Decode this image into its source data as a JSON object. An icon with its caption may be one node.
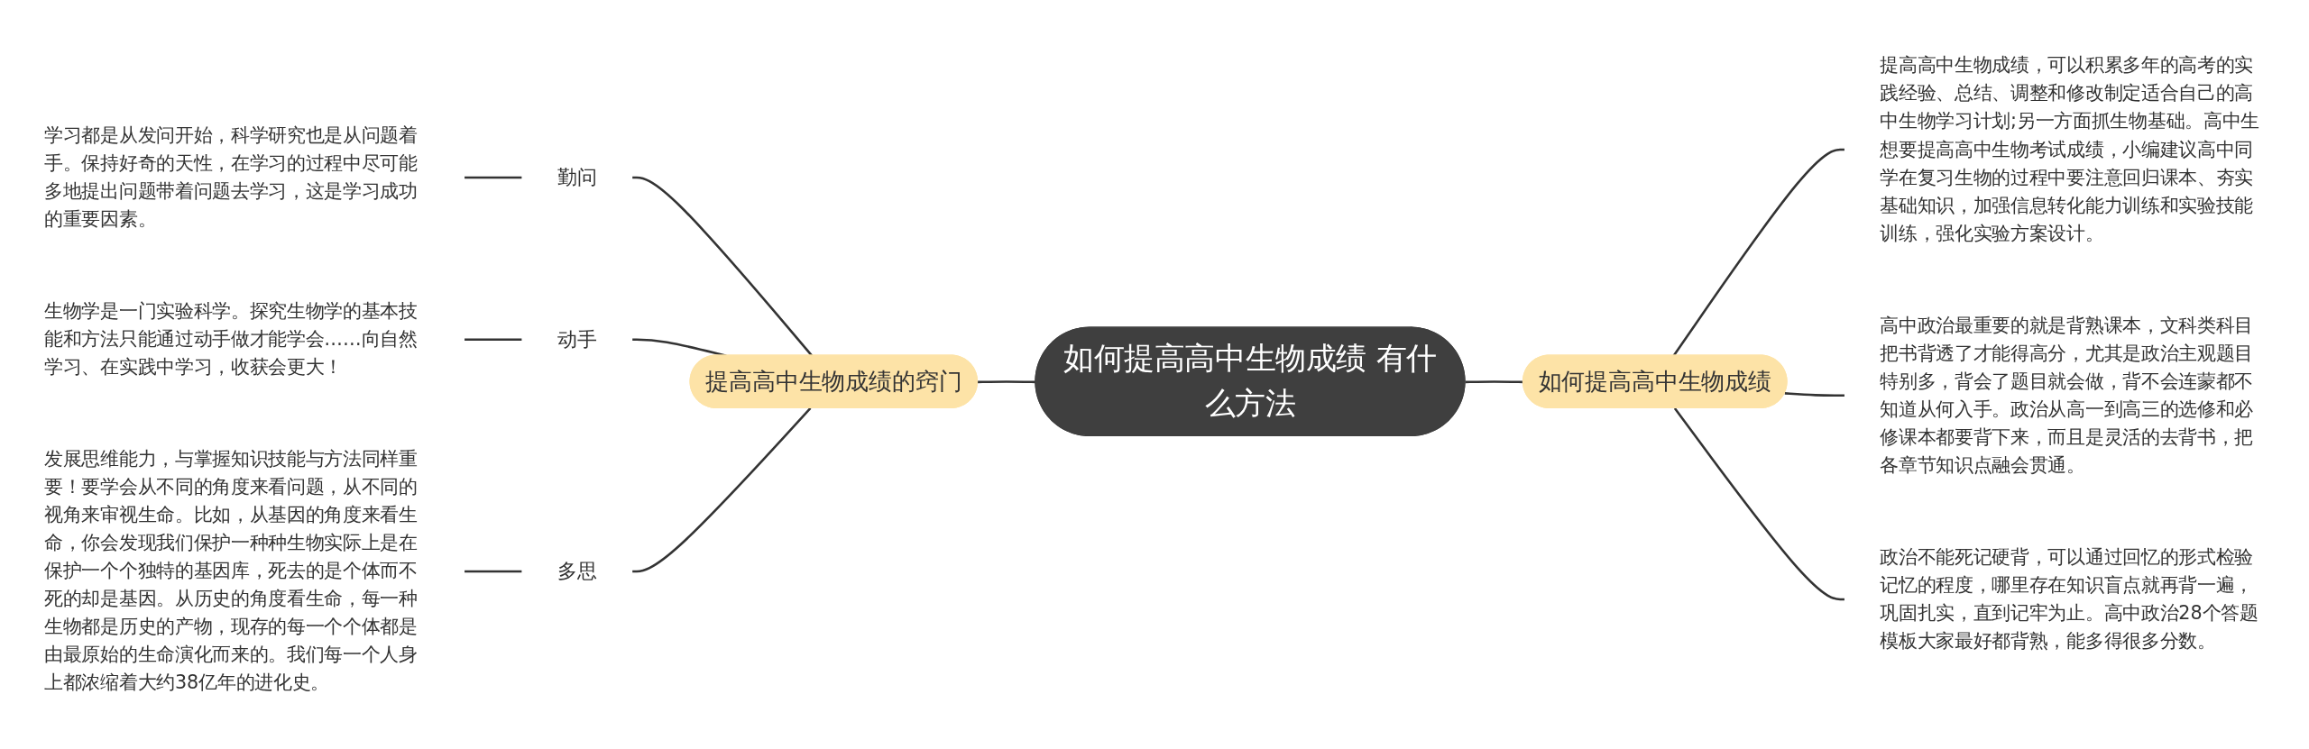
{
  "diagram": {
    "nodes": [
      {
        "text": [
          "如何提高高中生物成绩 有什么方法"
        ]
      },
      {
        "text": [
          "提高高中生物成绩的窍门"
        ]
      },
      {
        "text": [
          "勤问"
        ]
      },
      {
        "text": [
          "学习都是从发问开始，科学研究也是从问题着手。保持好奇的天性，在学习的过程中尽可能多地提出问题带着问题去学习，这是学习成功的重要因素。"
        ]
      },
      {
        "text": [
          "动手"
        ]
      },
      {
        "text": [
          "生物学是一门实验科学。探究生物学的基本技能和方法只能通过动手做才能学会……向自然学习、在实践中学习，收获会更大！"
        ]
      },
      {
        "text": [
          "多思"
        ]
      },
      {
        "text": [
          "发展思维能力，与掌握知识技能与方法同样重要！要学会从不同的角度来看问题，从不同的视角来审视生命。比如，从基因的角度来看生命，你会发现我们保护一种种生物实际上是在保护一个个独特的基因库，死去的是个体而不死的却是基因。从历史的角度看生命，每一种生物都是历史的产物，现存的每一个个体都是由最原始的生命演化而来的。我们每一个人身上都浓缩着大约38亿年的进化史。"
        ]
      },
      {
        "text": [
          "如何提高高中生物成绩"
        ]
      },
      {
        "text": [
          "提高高中生物成绩，可以积累多年的高考的实践经验、总结、调整和修改制定适合自己的高中生物学习计划;另一方面抓生物基础。高中生想要提高高中生物考试成绩，小编建议高中同学在复习生物的过程中要注意回归课本、夯实基础知识，加强信息转化能力训练和实验技能训练，强化实验方案设计。"
        ]
      },
      {
        "text": [
          "高中政治最重要的就是背熟课本，文科类科目把书背透了才能得高分，尤其是政治主观题目特别多，背会了题目就会做，背不会连蒙都不知道从何入手。政治从高一到高三的选修和必修课本都要背下来，而且是灵活的去背书，把各章节知识点融会贯通。"
        ]
      },
      {
        "text": [
          "政治不能死记硬背，可以通过回忆的形式检验记忆的程度，哪里存在知识盲点就再背一遍，巩固扎实，直到记牢为止。高中政治28个答题模板大家最好都背熟，能多得很多分数。"
        ]
      }
    ],
    "edges": [
      {
        "from": 0,
        "to": 1,
        "arrow": "none"
      },
      {
        "from": 1,
        "to": 2,
        "arrow": "none"
      },
      {
        "from": 2,
        "to": 3,
        "arrow": "none"
      },
      {
        "from": 1,
        "to": 4,
        "arrow": "none"
      },
      {
        "from": 4,
        "to": 5,
        "arrow": "none"
      },
      {
        "from": 1,
        "to": 6,
        "arrow": "none"
      },
      {
        "from": 6,
        "to": 7,
        "arrow": "none"
      },
      {
        "from": 0,
        "to": 8,
        "arrow": "none"
      },
      {
        "from": 8,
        "to": 9,
        "arrow": "none"
      },
      {
        "from": 8,
        "to": 10,
        "arrow": "none"
      },
      {
        "from": 8,
        "to": 11,
        "arrow": "none"
      }
    ]
  }
}
